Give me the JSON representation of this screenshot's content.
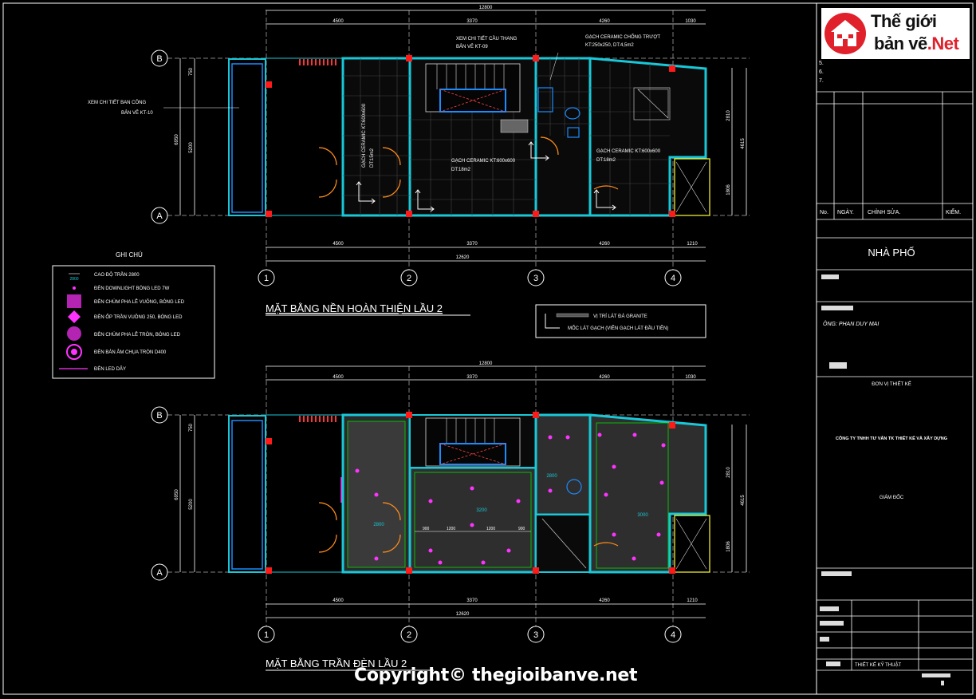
{
  "plan1": {
    "title": "MẶT BẰNG NỀN HOÀN THIỆN LẦU 2",
    "dims_top": [
      "4500",
      "3370",
      "4260",
      "1030"
    ],
    "dim_total_top": "12800",
    "dims_bottom": [
      "4500",
      "3370",
      "4260",
      "1210"
    ],
    "dim_total_bottom": "12620",
    "left_dims": [
      "750",
      "5200"
    ],
    "left_dim_total": "6950",
    "right_dims": [
      "2810",
      "1806"
    ],
    "right_total": "4615",
    "notes": {
      "stair": "XEM CHI TIẾT CẦU THANG",
      "stair2": "BẢN VẼ KT-09",
      "ceramic_anti": "GẠCH CERAMIC CHỐNG TRƯỢT",
      "ceramic_anti2": "KT:250x250, DT:4,5m2",
      "balcony": "XEM CHI TIẾT BAN CÔNG",
      "balcony2": "BẢN VẼ KT-10",
      "ceramic_center": "GẠCH CERAMIC KT:600x600",
      "ceramic_center2": "DT:18m2",
      "ceramic_right": "GẠCH CERAMIC KT:600x600",
      "ceramic_right2": "DT:18m2",
      "ceramic_left": "GẠCH CERAMIC KT:600x600",
      "ceramic_left2": "DT:15m2"
    }
  },
  "plan2": {
    "title": "MẶT BẰNG TRẦN ĐÈN LẦU 2",
    "dims_top": [
      "4500",
      "3370",
      "4260",
      "1030"
    ],
    "dim_total_top": "12800",
    "dims_bottom": [
      "4500",
      "3370",
      "4260",
      "1210"
    ],
    "dim_total_bottom": "12620",
    "ceiling_tags": [
      "2800",
      "3200",
      "2800",
      "3000"
    ],
    "inner_dims": [
      "900",
      "1200",
      "1200",
      "900"
    ]
  },
  "grid": {
    "axes_x": [
      "1",
      "2",
      "3",
      "4"
    ],
    "axes_y": [
      "B",
      "A"
    ]
  },
  "legend": {
    "title": "GHI CHÚ",
    "items": [
      {
        "symbol": "2800",
        "label": "CAO ĐỘ TRẦN 2800"
      },
      {
        "symbol": "",
        "label": "ĐÈN DOWNLIGHT BÓNG LED 7W"
      },
      {
        "symbol": "",
        "label": "ĐÈN CHÙM PHA LÊ VUÔNG, BÓNG LED"
      },
      {
        "symbol": "",
        "label": "ĐÈN ỐP TRẦN VUÔNG 250, BÓNG LED"
      },
      {
        "symbol": "",
        "label": "ĐÈN CHÙM PHA LÊ TRÒN, BÓNG LED"
      },
      {
        "symbol": "",
        "label": "ĐÈN BÁN ÂM CHỤA TRÒN D400"
      },
      {
        "symbol": "",
        "label": "ĐÈN LED DÂY"
      }
    ]
  },
  "legend2": {
    "items": [
      {
        "label": "VỊ TRÍ LÁT ĐÁ GRANITE"
      },
      {
        "label": "MỐC LÁT GẠCH (VIÊN GẠCH LÁT ĐẦU TIÊN)"
      }
    ]
  },
  "title_block": {
    "rev_numbers": [
      "5.",
      "6.",
      "7."
    ],
    "rev_headers": [
      "No.",
      "NGÀY.",
      "CHỈNH SỬA.",
      "KIỂM."
    ],
    "project": "NHÀ PHỐ",
    "owner": "ÔNG: PHAN DUY MAI",
    "designer_label": "ĐƠN VỊ THIẾT KẾ",
    "company": "CÔNG TY TNHH TƯ VẤN TK THIẾT KẾ VÀ XÂY DỰNG",
    "director": "GIÁM ĐỐC",
    "tech": "THIẾT KẾ KỸ THUẬT"
  },
  "logo": {
    "line1": "Thế giới",
    "line2a": "bản vẽ",
    "line2b": ".Net"
  },
  "copyright": "Copyright© thegioibanve.net",
  "colors": {
    "wall": "#19c8d8",
    "dim": "#ffffff",
    "column": "#ff1a1a",
    "door": "#ff8c1a",
    "lamp": "#ff33ff",
    "window": "#1a8cff",
    "hatch": "#555555",
    "yellow": "#ffff33"
  }
}
